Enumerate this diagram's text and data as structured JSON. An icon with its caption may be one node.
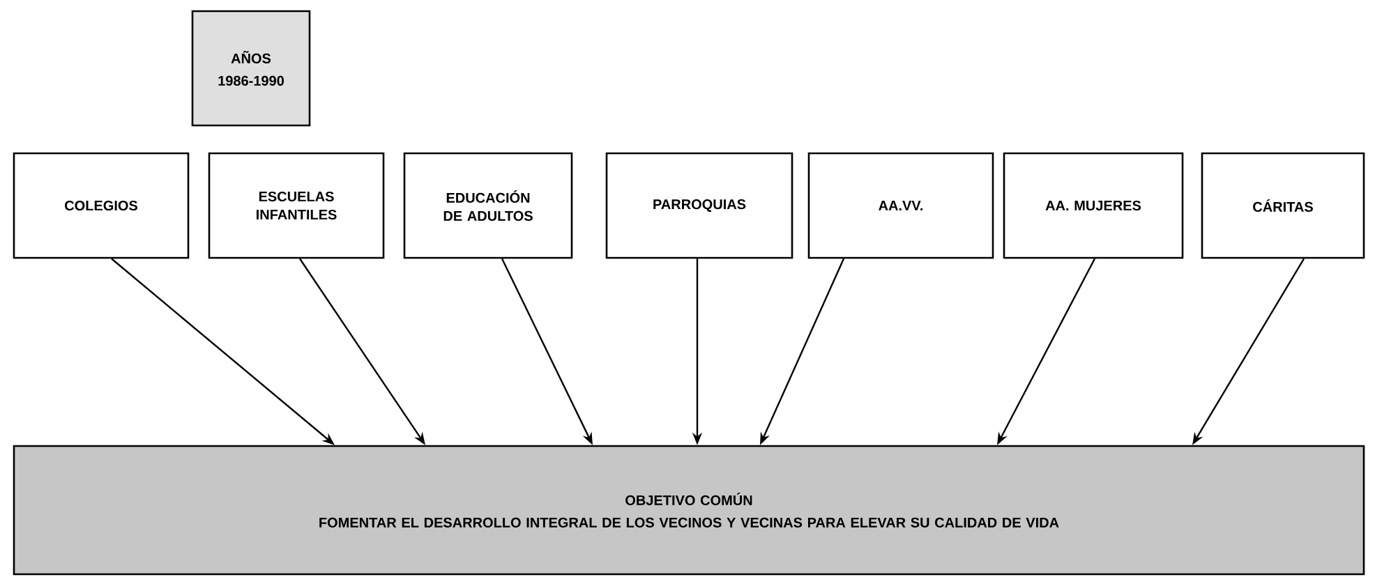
{
  "diagram": {
    "nodes": [
      {
        "text": [
          "AÑOS",
          "1986-1990"
        ]
      },
      {
        "text": [
          "COLEGIOS"
        ]
      },
      {
        "text": [
          "ESCUELAS INFANTILES"
        ]
      },
      {
        "text": [
          "EDUCACIÓN DE ADULTOS"
        ]
      },
      {
        "text": [
          "PARROQUIAS"
        ]
      },
      {
        "text": [
          "AA.VV."
        ]
      },
      {
        "text": [
          "AA. MUJERES"
        ]
      },
      {
        "text": [
          "CÁRITAS"
        ]
      },
      {
        "text": [
          "OBJETIVO COMÚN",
          "FOMENTAR EL DESARROLLO INTEGRAL DE LOS VECINOS Y VECINAS PARA ELEVAR SU CALIDAD DE VIDA"
        ]
      }
    ],
    "edges": [
      {
        "from": 1,
        "to": 8,
        "arrow": "to"
      },
      {
        "from": 2,
        "to": 8,
        "arrow": "to"
      },
      {
        "from": 3,
        "to": 8,
        "arrow": "to"
      },
      {
        "from": 4,
        "to": 8,
        "arrow": "to"
      },
      {
        "from": 5,
        "to": 8,
        "arrow": "to"
      },
      {
        "from": 6,
        "to": 8,
        "arrow": "to"
      },
      {
        "from": 7,
        "to": 8,
        "arrow": "to"
      }
    ]
  }
}
